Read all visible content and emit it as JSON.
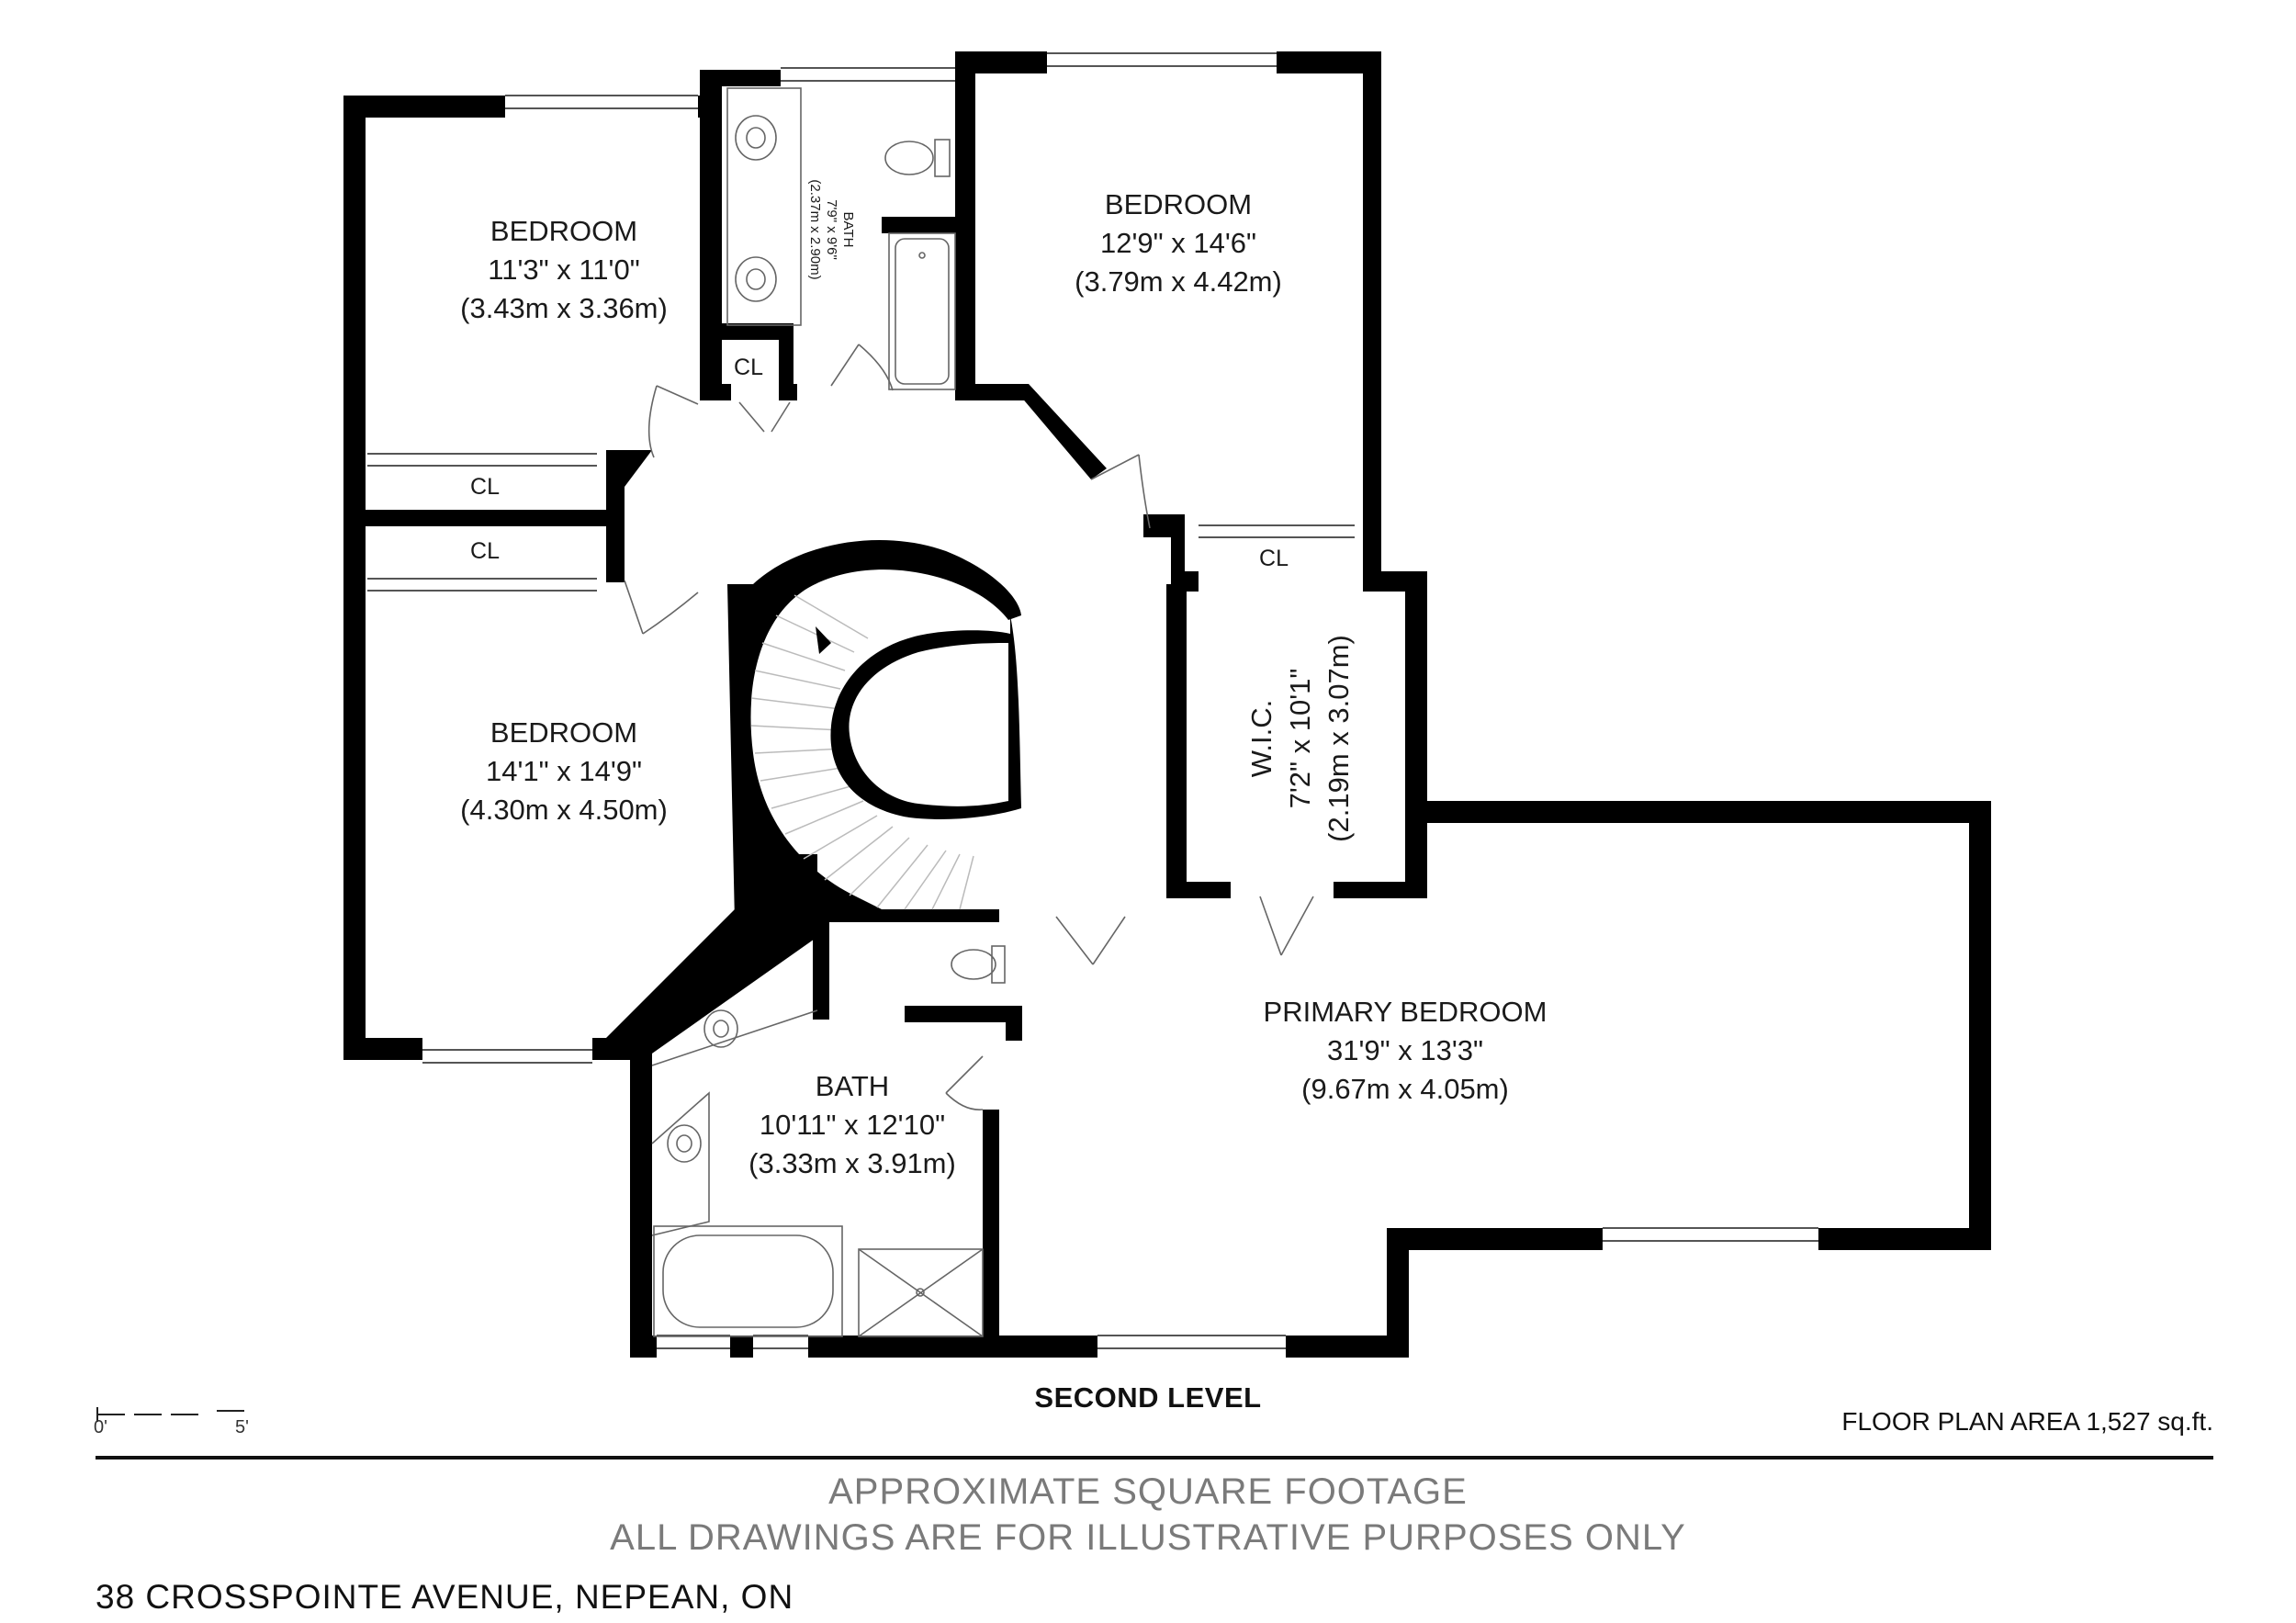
{
  "rooms": {
    "bedroom_nw": {
      "name": "BEDROOM",
      "dim_imperial": "11'3\" x 11'0\"",
      "dim_metric": "(3.43m x 3.36m)"
    },
    "bedroom_ne": {
      "name": "BEDROOM",
      "dim_imperial": "12'9\" x 14'6\"",
      "dim_metric": "(3.79m x 4.42m)"
    },
    "bedroom_w": {
      "name": "BEDROOM",
      "dim_imperial": "14'1\" x 14'9\"",
      "dim_metric": "(4.30m x 4.50m)"
    },
    "bath_upper": {
      "name": "BATH",
      "dim_imperial": "7'9\" x 9'6\"",
      "dim_metric": "(2.37m x 2.90m)"
    },
    "wic": {
      "name": "W.I.C.",
      "dim_imperial": "7'2\" x 10'1\"",
      "dim_metric": "(2.19m x 3.07m)"
    },
    "primary": {
      "name": "PRIMARY BEDROOM",
      "dim_imperial": "31'9\" x 13'3\"",
      "dim_metric": "(9.67m x 4.05m)"
    },
    "bath_lower": {
      "name": "BATH",
      "dim_imperial": "10'11\" x 12'10\"",
      "dim_metric": "(3.33m x 3.91m)"
    }
  },
  "closets": {
    "cl_label": "CL"
  },
  "footer": {
    "level": "SECOND LEVEL",
    "area": "FLOOR PLAN AREA 1,527 sq.ft.",
    "disclaimer_1": "APPROXIMATE SQUARE FOOTAGE",
    "disclaimer_2": "ALL DRAWINGS ARE FOR ILLUSTRATIVE PURPOSES ONLY",
    "address": "38 CROSSPOINTE AVENUE, NEPEAN, ON"
  },
  "scale": {
    "start": "0'",
    "end": "5'"
  }
}
